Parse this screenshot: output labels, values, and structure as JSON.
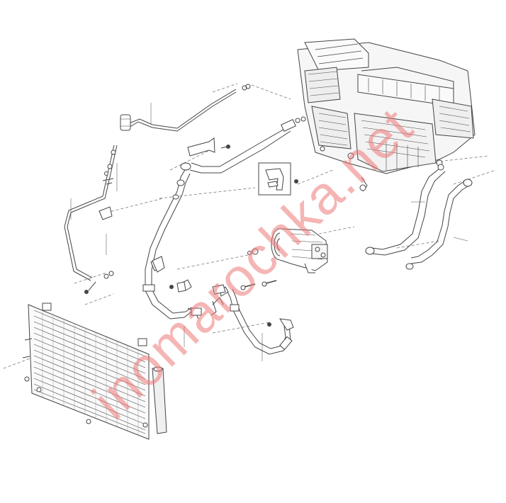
{
  "watermark": {
    "text": "inomarochka.net",
    "color": "#ec7878"
  },
  "components": [
    {
      "name": "hvac-heater-box",
      "icon": "hvac-unit-icon"
    },
    {
      "name": "ac-condenser",
      "icon": "condenser-icon"
    },
    {
      "name": "ac-compressor",
      "icon": "compressor-icon"
    },
    {
      "name": "receiver-dryer",
      "icon": "dryer-icon"
    },
    {
      "name": "refrigerant-lines",
      "icon": "pipe-icon"
    },
    {
      "name": "heater-hoses",
      "icon": "hose-icon"
    },
    {
      "name": "mounting-bracket-detail",
      "icon": "bracket-icon"
    }
  ],
  "colors": {
    "line": "#555555",
    "outline": "#444444",
    "dashed": "#777777"
  }
}
